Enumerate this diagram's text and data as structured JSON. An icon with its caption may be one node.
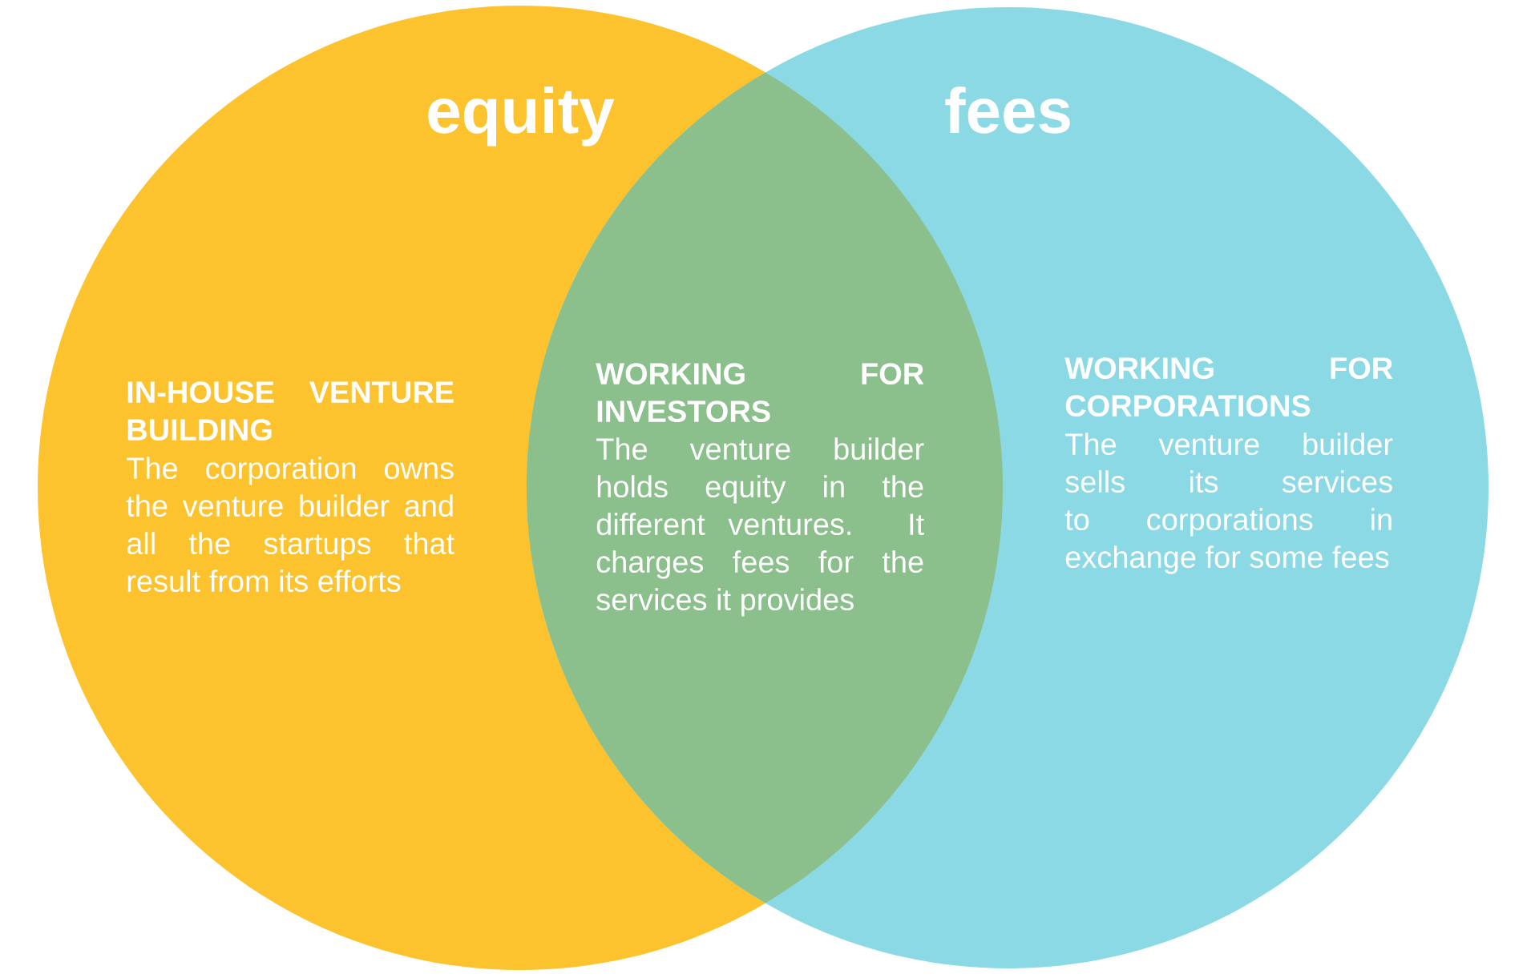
{
  "diagram": {
    "nodes": [
      {
        "text": [
          "equity",
          "IN-HOUSE VENTURE BUILDING",
          "The corporation owns the venture builder and all the startups that result from its efforts"
        ]
      },
      {
        "text": [
          "fees",
          "WORKING FOR CORPORATIONS",
          "The venture builder sells its services to corporations in exchange for some fees"
        ]
      },
      {
        "text": [
          "WORKING FOR INVESTORS",
          "The venture builder holds equity in the different ventures. It charges fees for the services it provides"
        ]
      }
    ]
  }
}
